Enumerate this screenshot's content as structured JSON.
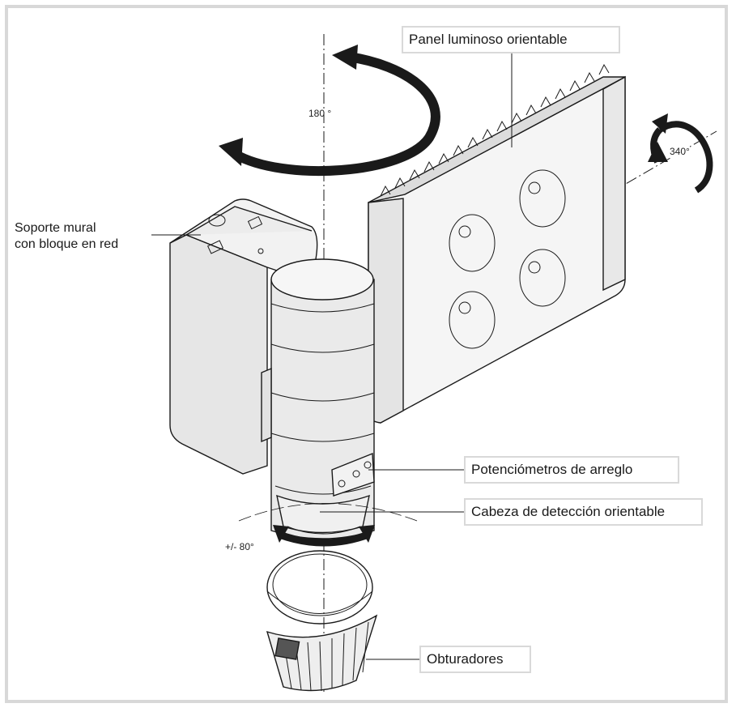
{
  "labels": {
    "panel": "Panel luminoso orientable",
    "wall_mount_line1": "Soporte mural",
    "wall_mount_line2": "con bloque en red",
    "potentiometers": "Potenciómetros de arreglo",
    "detection_head": "Cabeza de detección orientable",
    "shutters": "Obturadores"
  },
  "angles": {
    "vertical_rotation": "180 °",
    "panel_rotation": "340°",
    "head_rotation": "+/- 80°"
  },
  "colors": {
    "frame": "#d8d8d8",
    "line": "#1a1a1a",
    "shade_light": "#f0f0f0",
    "shade_mid": "#e2e2e2"
  }
}
